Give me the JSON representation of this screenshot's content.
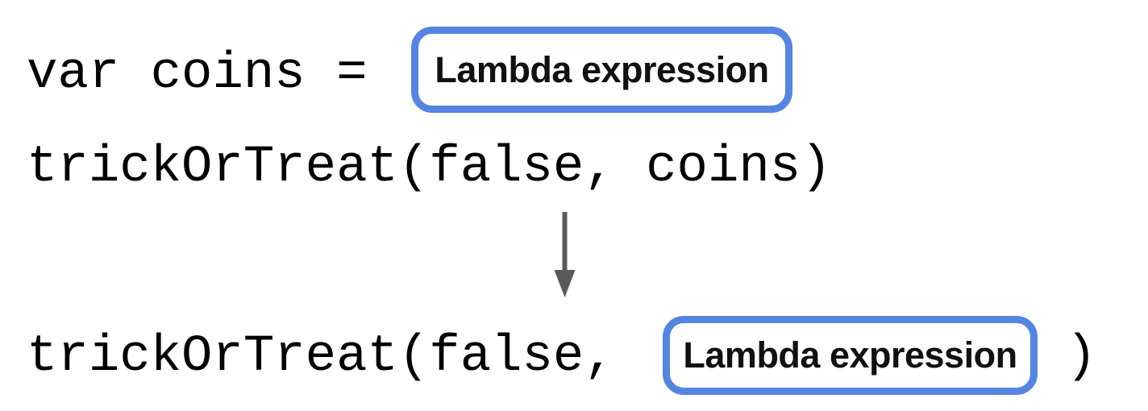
{
  "colors": {
    "background": "#ffffff",
    "box_border_blue": "#5585e2",
    "arrow_gray": "#58595b",
    "code_text": "#000000",
    "box_label_text": "#111111"
  },
  "code": {
    "line1": "var coins =",
    "line2": "trickOrTreat(false, coins)",
    "line3_before": "trickOrTreat(false,",
    "line3_after": ")"
  },
  "boxes": {
    "top_label": "Lambda expression",
    "bottom_label": "Lambda expression"
  },
  "icons": {
    "arrow": "down-arrow"
  }
}
